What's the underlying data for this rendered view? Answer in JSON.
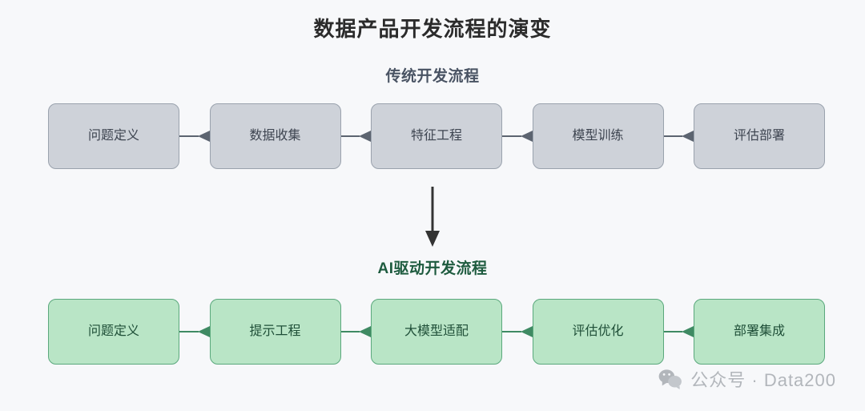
{
  "page": {
    "title": "数据产品开发流程的演变",
    "background_color": "#f7f8fa"
  },
  "sections": [
    {
      "id": "traditional",
      "title": "传统开发流程",
      "title_color": "#495363",
      "node_fill": "#ced2d9",
      "node_border": "#9aa2ad",
      "node_text_color": "#3d4450",
      "connector_color": "#5c6470",
      "nodes": [
        {
          "label": "问题定义"
        },
        {
          "label": "数据收集"
        },
        {
          "label": "特征工程"
        },
        {
          "label": "模型训练"
        },
        {
          "label": "评估部署"
        }
      ]
    },
    {
      "id": "ai",
      "title": "AI驱动开发流程",
      "title_color": "#1e5b3f",
      "node_fill": "#b9e5c6",
      "node_border": "#5aa87c",
      "node_text_color": "#1f4f38",
      "connector_color": "#3f8a63",
      "nodes": [
        {
          "label": "问题定义"
        },
        {
          "label": "提示工程"
        },
        {
          "label": "大模型适配"
        },
        {
          "label": "评估优化"
        },
        {
          "label": "部署集成"
        }
      ]
    }
  ],
  "transition_arrow": {
    "direction": "down",
    "color": "#333333"
  },
  "watermark": {
    "icon": "wechat-icon",
    "text": "公众号 · Data200",
    "color": "#b2b6bb"
  }
}
